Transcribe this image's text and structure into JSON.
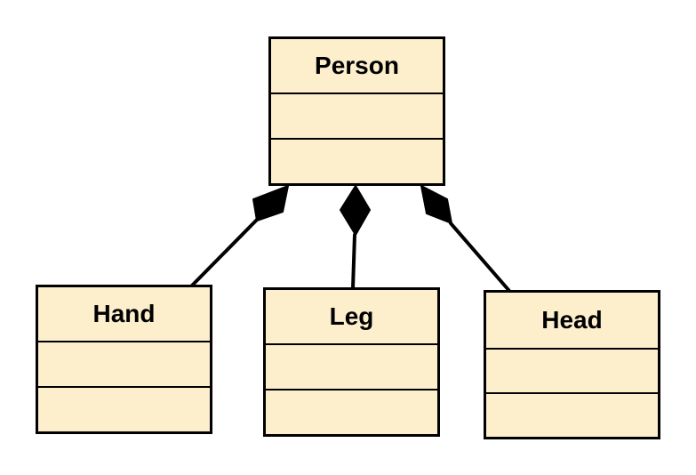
{
  "diagram": {
    "type": "uml-class-composition",
    "colors": {
      "class_fill": "#fdefcc",
      "stroke": "#000000"
    },
    "classes": {
      "person": {
        "name": "Person"
      },
      "hand": {
        "name": "Hand"
      },
      "leg": {
        "name": "Leg"
      },
      "head": {
        "name": "Head"
      }
    },
    "relationships": [
      {
        "kind": "composition",
        "whole": "Person",
        "part": "Hand"
      },
      {
        "kind": "composition",
        "whole": "Person",
        "part": "Leg"
      },
      {
        "kind": "composition",
        "whole": "Person",
        "part": "Head"
      }
    ]
  }
}
